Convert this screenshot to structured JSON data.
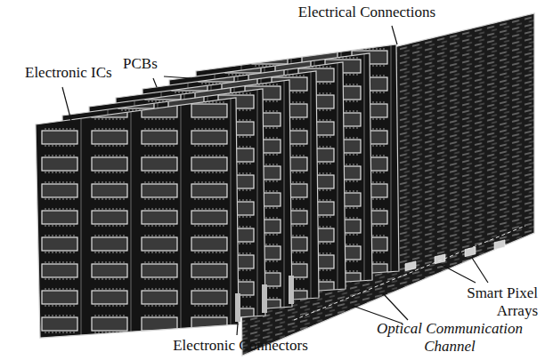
{
  "diagram": {
    "labels": [
      "Electrical Connections",
      "PCBs",
      "Electronic ICs",
      "Smart Pixel Arrays",
      "Electronic Connectors",
      "Optical Communication Channel"
    ]
  }
}
